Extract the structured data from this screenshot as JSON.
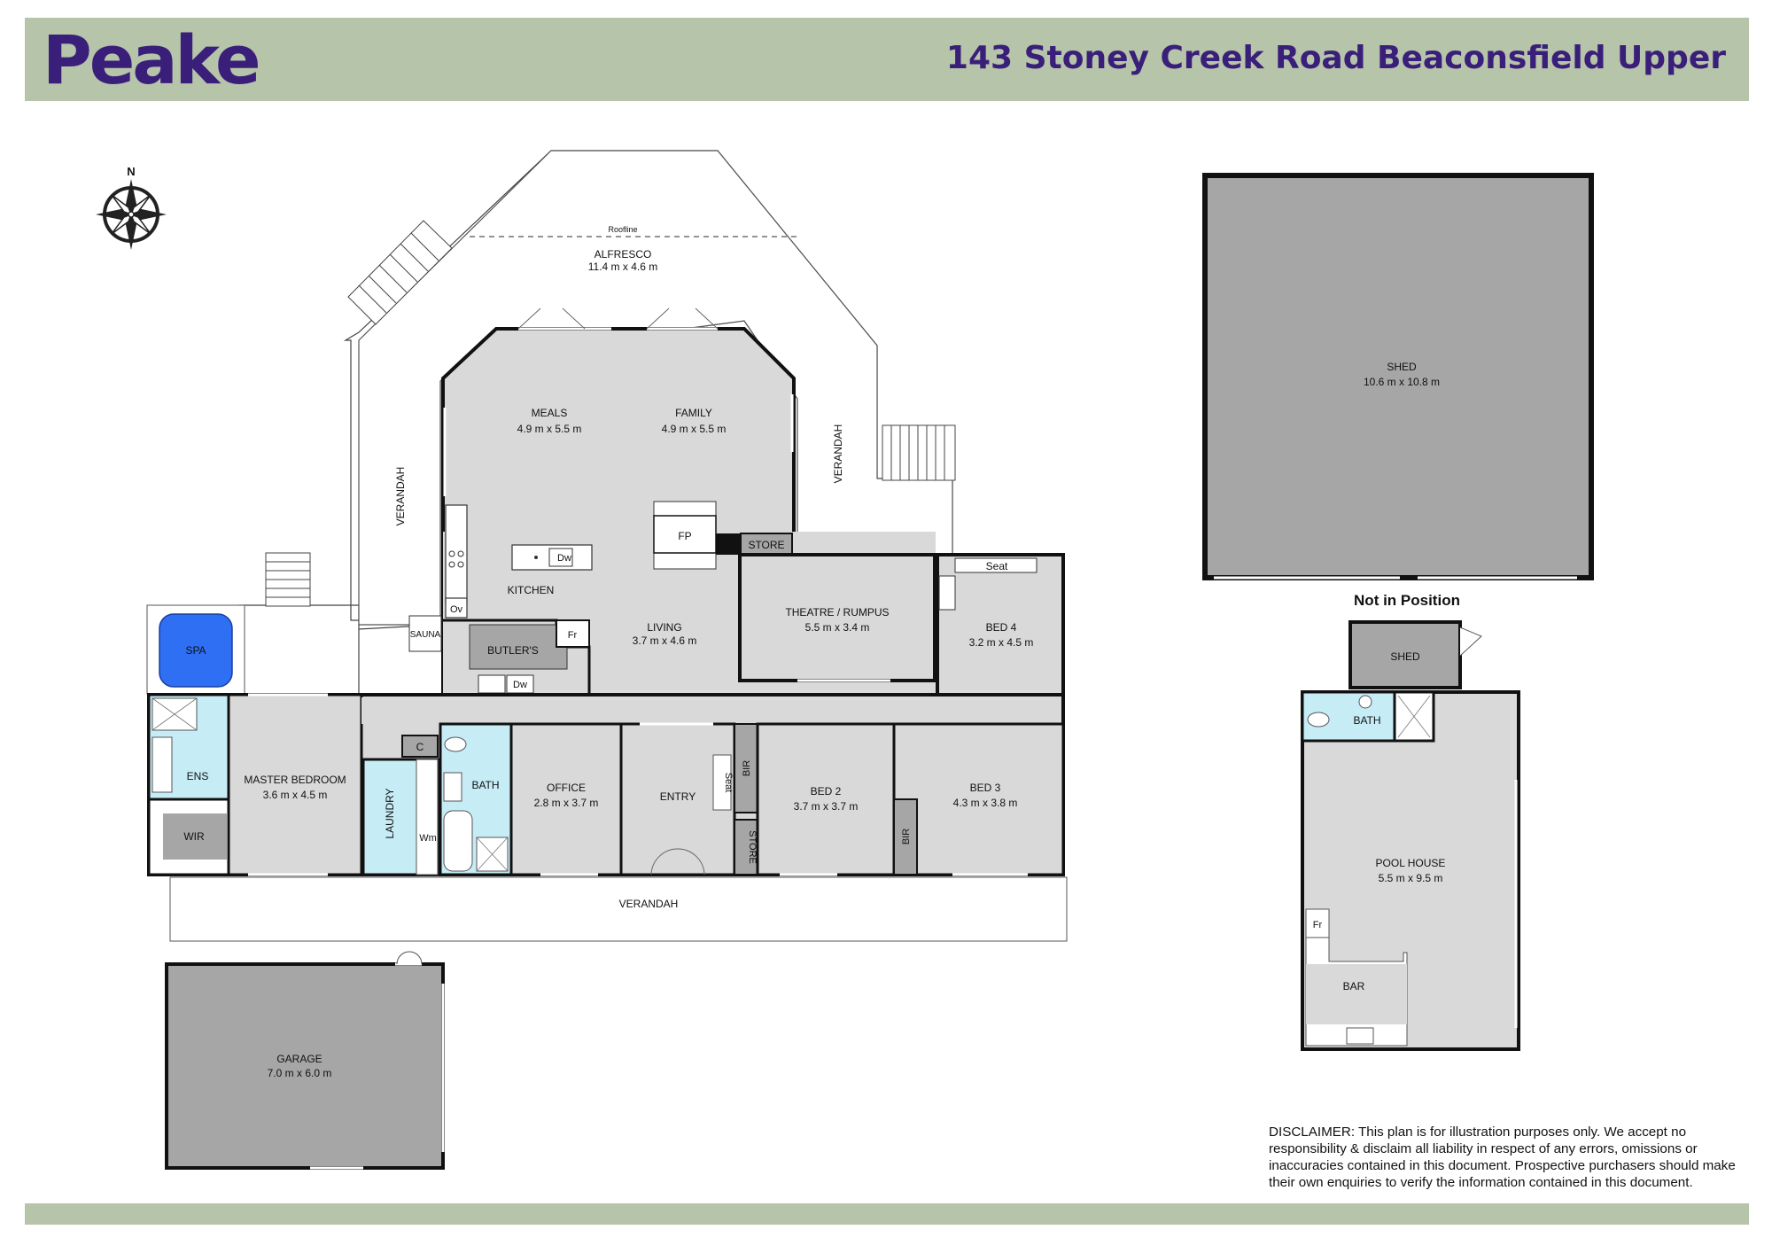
{
  "header": {
    "brand": "Peake",
    "address": "143 Stoney Creek Road Beaconsfield Upper"
  },
  "colors": {
    "header_band": "#b6c4a9",
    "brand_text": "#3a1f7a",
    "room_fill": "#d9d9d9",
    "wet_area_fill": "#c6ecf6",
    "dark_fill": "#a6a6a6",
    "spa_fill": "#2f6ff3",
    "wall": "#111111"
  },
  "compass": {
    "label": "N",
    "icon": "compass-rose-icon"
  },
  "rooms": {
    "alfresco": {
      "name": "ALFRESCO",
      "size": "11.4 m x 4.6 m",
      "roofline": "Roofline"
    },
    "meals": {
      "name": "MEALS",
      "size": "4.9 m x 5.5 m"
    },
    "family": {
      "name": "FAMILY",
      "size": "4.9 m x 5.5 m"
    },
    "kitchen": {
      "name": "KITCHEN"
    },
    "living": {
      "name": "LIVING",
      "size": "3.7 m x 4.6 m"
    },
    "butlers": {
      "name": "BUTLER'S"
    },
    "theatre": {
      "name": "THEATRE / RUMPUS",
      "size": "5.5 m x 3.4 m"
    },
    "bed4": {
      "name": "BED 4",
      "size": "3.2 m x 4.5 m"
    },
    "master": {
      "name": "MASTER BEDROOM",
      "size": "3.6 m x 4.5 m"
    },
    "office": {
      "name": "OFFICE",
      "size": "2.8 m x 3.7 m"
    },
    "entry": {
      "name": "ENTRY"
    },
    "bed2": {
      "name": "BED 2",
      "size": "3.7 m x 3.7 m"
    },
    "bed3": {
      "name": "BED 3",
      "size": "4.3 m x 3.8 m"
    },
    "garage": {
      "name": "GARAGE",
      "size": "7.0 m x 6.0 m"
    },
    "shed": {
      "name": "SHED",
      "size": "10.6 m x 10.8 m"
    },
    "pool_house": {
      "name": "POOL HOUSE",
      "size": "5.5 m x 9.5 m"
    }
  },
  "labels": {
    "verandah": "VERANDAH",
    "spa": "SPA",
    "sauna": "SAUNA",
    "fp": "FP",
    "store": "STORE",
    "seat": "Seat",
    "bir": "BIR",
    "ens": "ENS",
    "wir": "WIR",
    "laundry": "LAUNDRY",
    "bath": "BATH",
    "c": "C",
    "wm": "Wm",
    "dw": "Dw",
    "ov": "Ov",
    "fr": "Fr",
    "bar": "BAR",
    "small_shed": "SHED",
    "not_in_position": "Not in Position"
  },
  "disclaimer": "DISCLAIMER: This plan is for illustration purposes only. We accept no responsibility & disclaim all liability in respect of any errors, omissions or inaccuracies contained in this document. Prospective purchasers should make their own enquiries to verify the information contained in this document."
}
